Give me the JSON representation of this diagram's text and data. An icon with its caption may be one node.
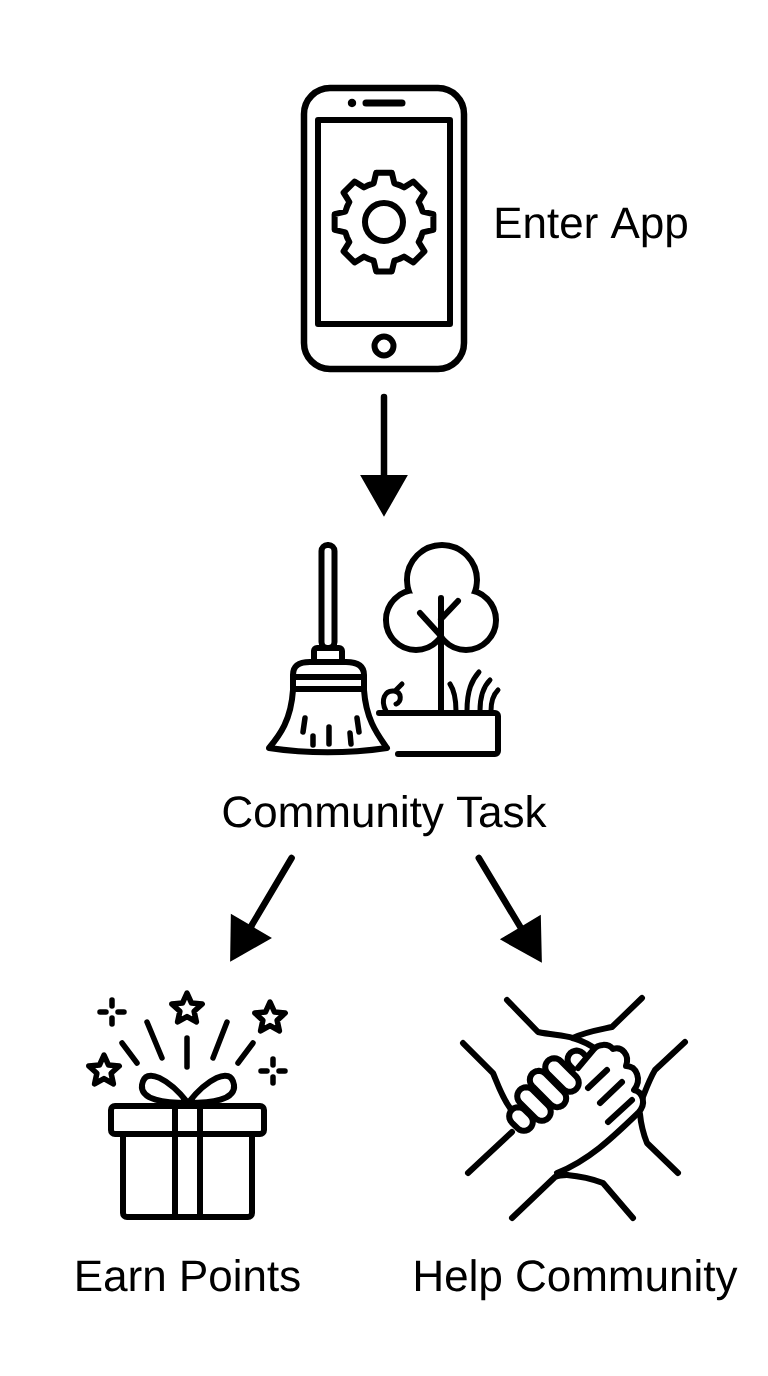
{
  "diagram": {
    "nodes": [
      {
        "text": [],
        "shape": "picture",
        "beside": [
          "Enter App"
        ]
      },
      {
        "text": [],
        "shape": "picture",
        "beside": [
          "Community Task"
        ]
      },
      {
        "text": [],
        "shape": "picture",
        "beside": [
          "Earn Points"
        ]
      },
      {
        "text": [],
        "shape": "picture",
        "beside": [
          "Help Community"
        ]
      }
    ],
    "edges": [
      {
        "from": 0,
        "to": 1,
        "arrow": "to"
      },
      {
        "from": 1,
        "to": 2,
        "arrow": "to"
      },
      {
        "from": 1,
        "to": 3,
        "arrow": "to"
      }
    ]
  }
}
